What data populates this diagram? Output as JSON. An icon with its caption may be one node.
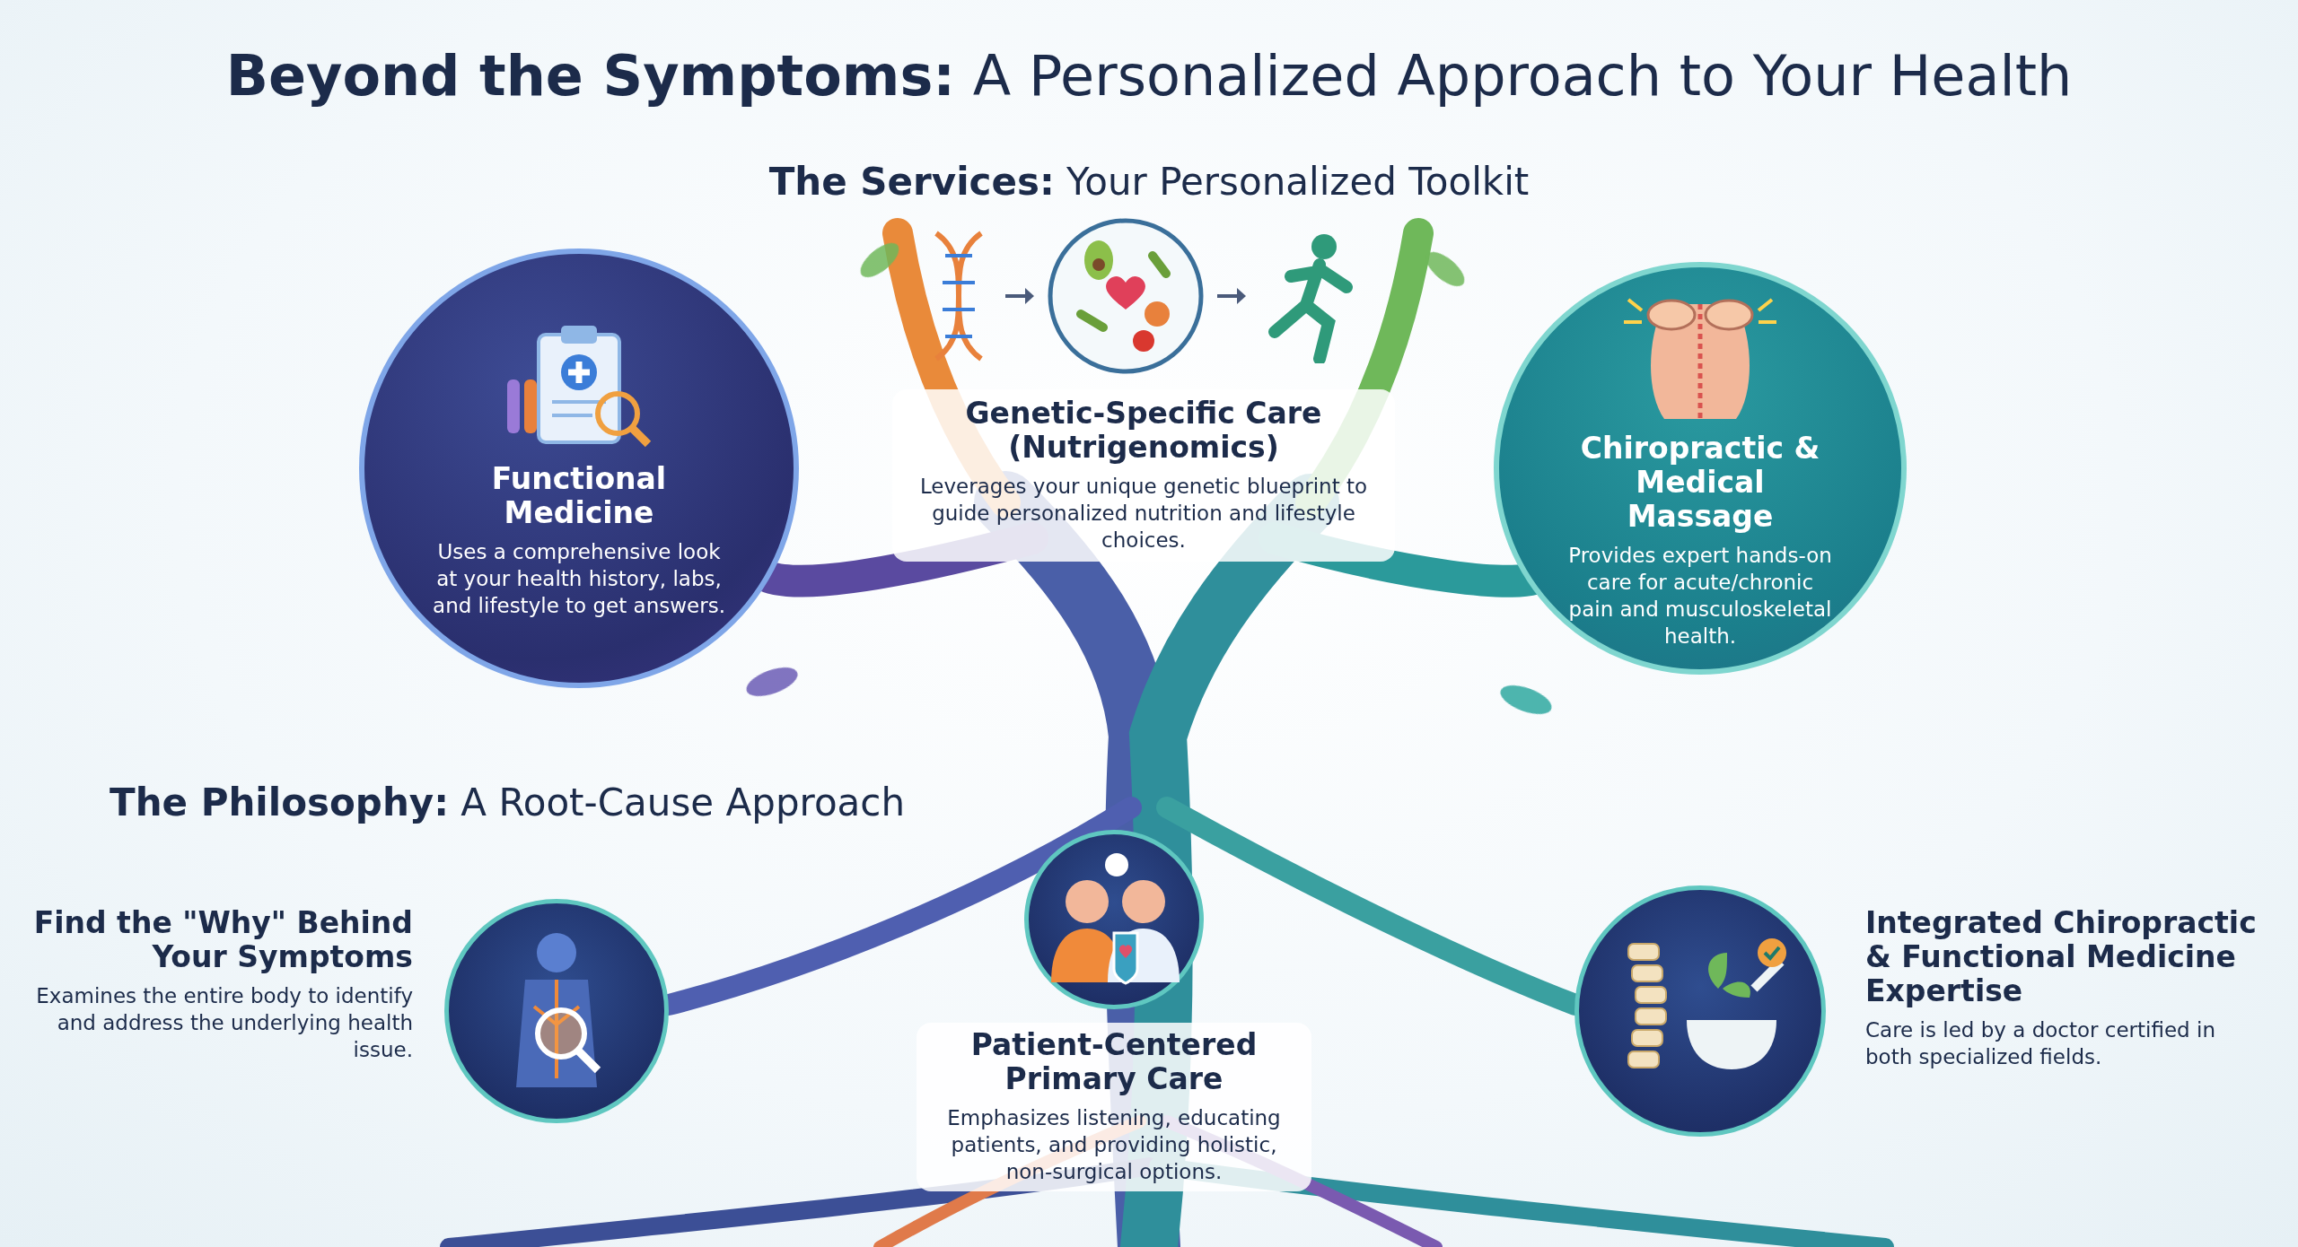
{
  "diagram": {
    "title": "**Beyond the Symptoms:** A Personalized Approach to Your Health",
    "nodes": [
      {
        "text": [
          "Functional Medicine",
          "Uses a comprehensive look at your health history, labs, and lifestyle to get answers."
        ]
      },
      {
        "text": [
          "Genetic-Specific Care (Nutrigenomics)",
          "Leverages your unique genetic blueprint to guide personalized nutrition and lifestyle choices."
        ]
      },
      {
        "text": [
          "Chiropractic & Medical Massage",
          "Provides expert hands-on care for acute/chronic pain and musculoskeletal health."
        ]
      },
      {
        "text": [
          "Find the \"Why\" Behind Your Symptoms",
          "Examines the entire body to identify and address the underlying health issue."
        ]
      },
      {
        "text": [
          "Patient-Centered Primary Care",
          "Emphasizes listening, educating patients, and providing holistic, non-surgical options."
        ]
      },
      {
        "text": [
          "Integrated Chiropractic & Functional Medicine Expertise",
          "Care is led by a doctor certified in both specialized fields."
        ]
      }
    ],
    "labels": [
      "**The Services:** Your Personalized Toolkit",
      "**The Philosophy:** A Root-Cause Approach"
    ]
  }
}
